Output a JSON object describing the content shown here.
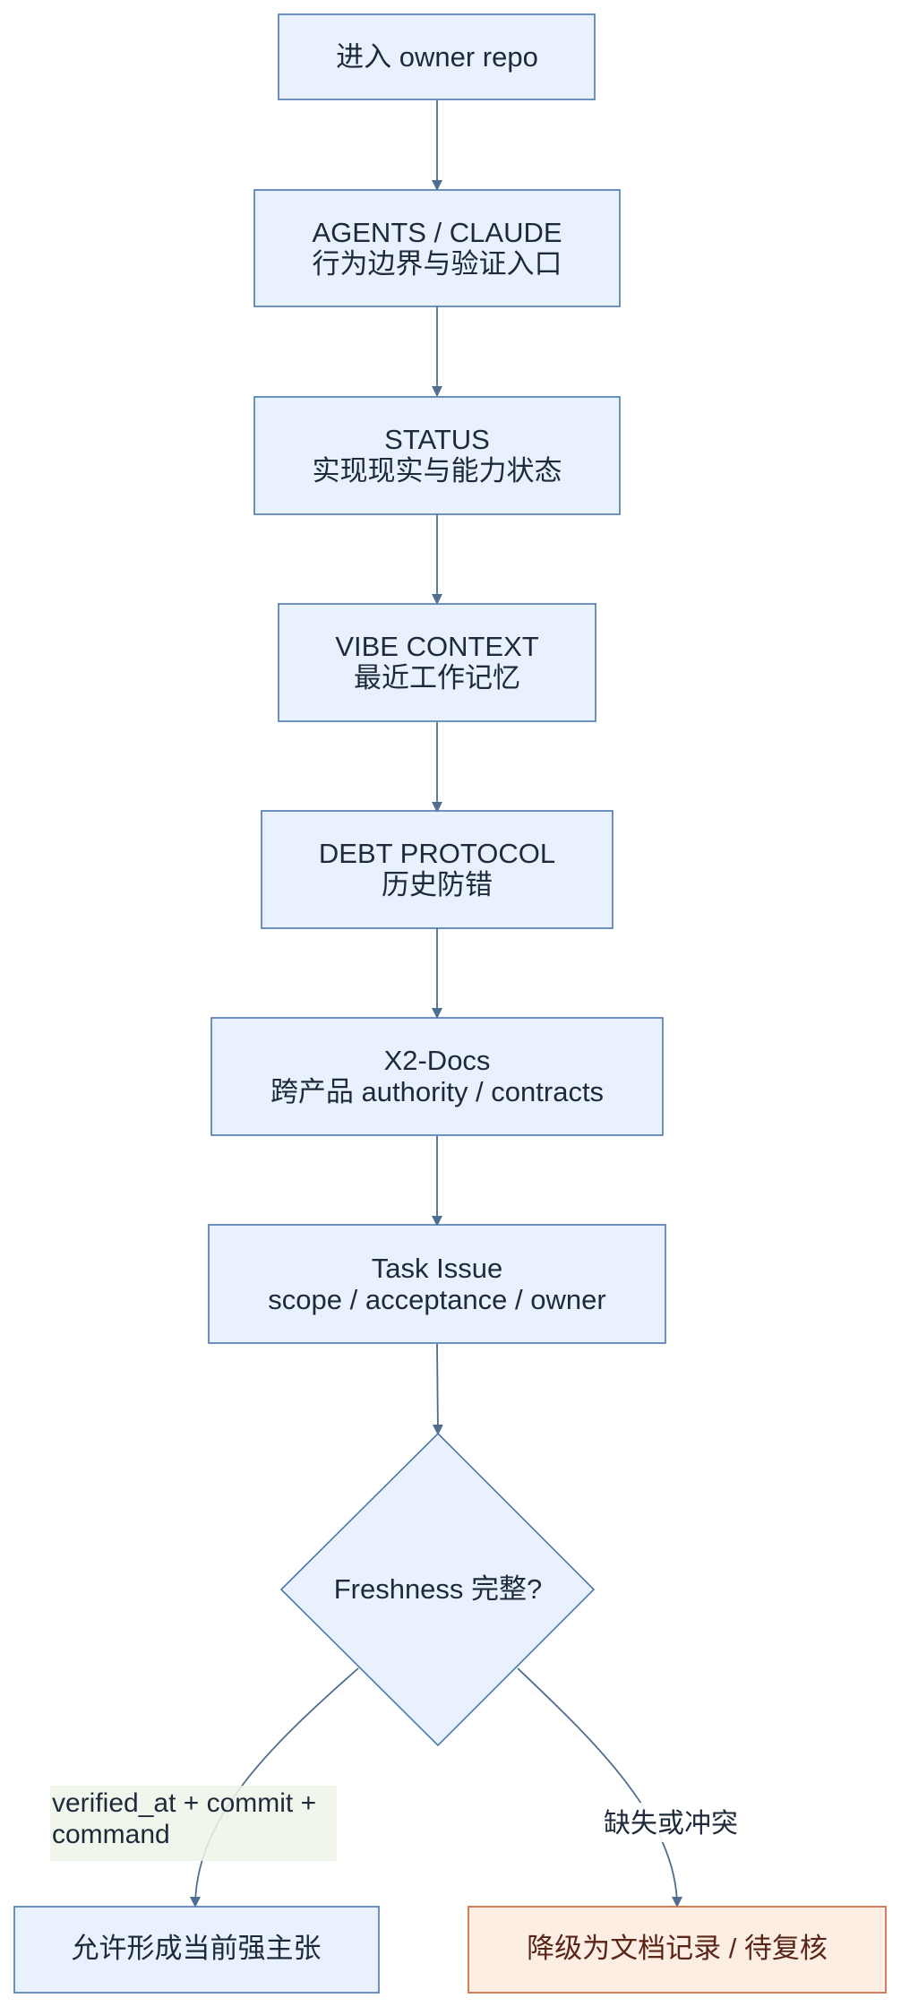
{
  "nodes": {
    "enter_repo": {
      "label": "进入 owner repo"
    },
    "agents": {
      "line1": "AGENTS / CLAUDE",
      "line2": "行为边界与验证入口"
    },
    "status": {
      "line1": "STATUS",
      "line2": "实现现实与能力状态"
    },
    "vibe": {
      "line1": "VIBE CONTEXT",
      "line2": "最近工作记忆"
    },
    "debt": {
      "line1": "DEBT PROTOCOL",
      "line2": "历史防错"
    },
    "x2docs": {
      "line1": "X2-Docs",
      "line2": "跨产品 authority / contracts"
    },
    "task": {
      "line1": "Task Issue",
      "line2": "scope / acceptance / owner"
    },
    "freshness": {
      "label": "Freshness 完整?"
    },
    "allow": {
      "label": "允许形成当前强主张"
    },
    "downgrade": {
      "label": "降级为文档记录 / 待复核"
    }
  },
  "edges": {
    "yes_label_line1": "verified_at + commit +",
    "yes_label_line2": "command",
    "no_label": "缺失或冲突"
  },
  "colors": {
    "node_fill": "#e8f1fd",
    "node_stroke": "#4a78ad",
    "warn_fill": "#fdeee4",
    "warn_stroke": "#c7623a",
    "edge": "#4f6d8f"
  }
}
